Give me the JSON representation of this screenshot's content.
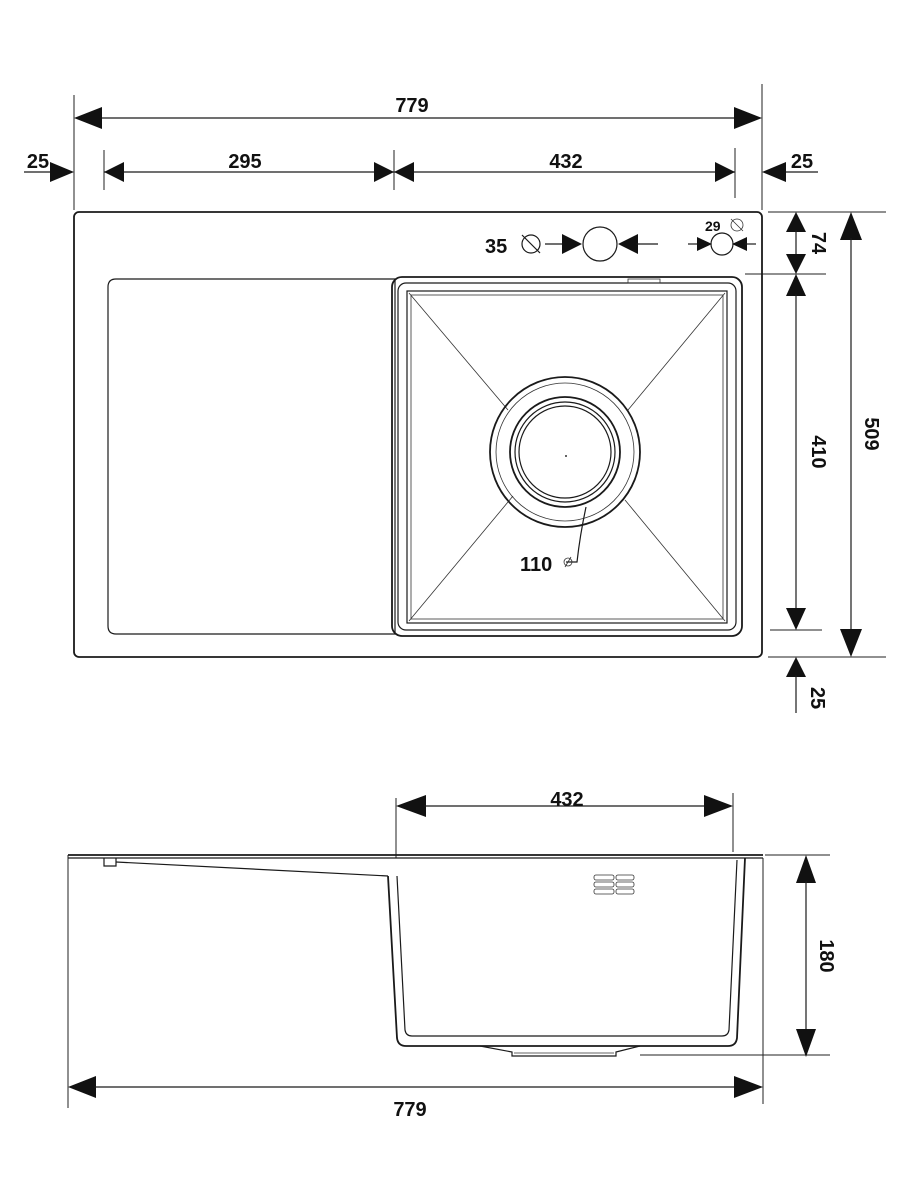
{
  "top_view": {
    "overall_width": "779",
    "left_margin": "25",
    "drainboard_width": "295",
    "bowl_width": "432",
    "right_margin": "25",
    "tap_hole": "35",
    "overflow_hole": "29",
    "drain": "110",
    "top_margin": "74",
    "bowl_length": "410",
    "overall_length": "509",
    "bottom_margin": "25"
  },
  "side_view": {
    "bowl_width": "432",
    "depth": "180",
    "overall_width": "779"
  }
}
